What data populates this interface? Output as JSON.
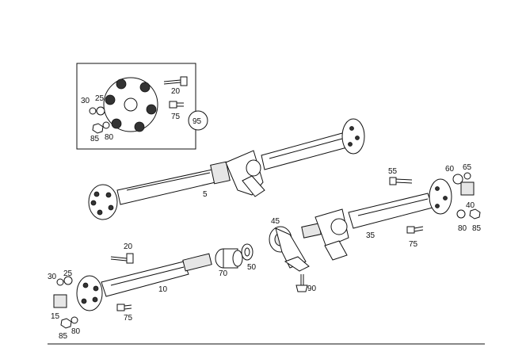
{
  "callouts": {
    "c5": "5",
    "c10": "10",
    "c15": "15",
    "c20_top": "20",
    "c20_bottom": "20",
    "c25_top": "25",
    "c25_bottom": "25",
    "c30_top": "30",
    "c30_bottom": "30",
    "c35": "35",
    "c40": "40",
    "c45": "45",
    "c50": "50",
    "c55": "55",
    "c60": "60",
    "c65": "65",
    "c70": "70",
    "c75_top": "75",
    "c75_right": "75",
    "c75_bottom": "75",
    "c80_top": "80",
    "c80_right": "80",
    "c80_bottom": "80",
    "c85_top": "85",
    "c85_right": "85",
    "c85_bottom": "85",
    "c90": "90",
    "c95": "95"
  },
  "colors": {
    "line": "#111111",
    "background": "#ffffff"
  }
}
